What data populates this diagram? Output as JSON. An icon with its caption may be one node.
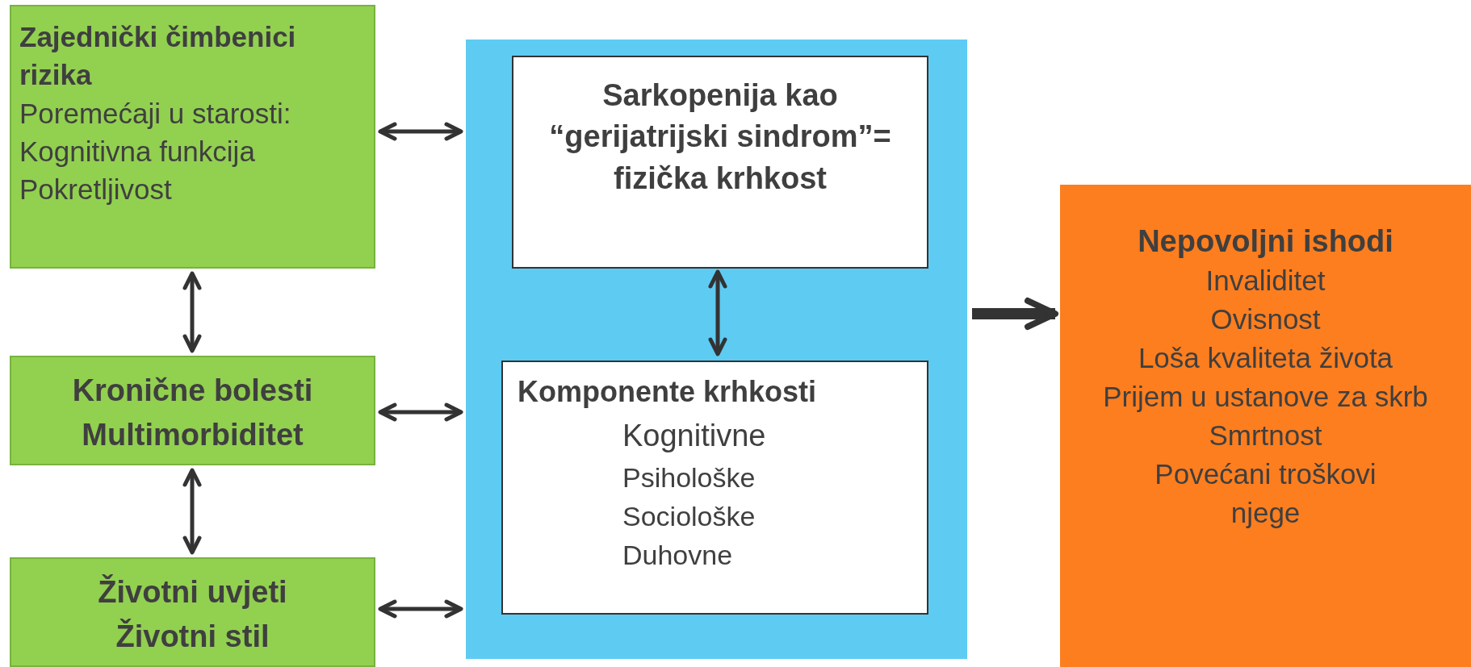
{
  "diagram": {
    "nodes": [
      {
        "text": [
          "Zajednički čimbenici rizika",
          "Poremećaji u starosti:",
          "Kognitivna funkcija",
          "Pokretljivost"
        ]
      },
      {
        "text": [
          "Kronične bolesti",
          "Multimorbiditet"
        ]
      },
      {
        "text": [
          "Životni uvjeti",
          "Životni stil"
        ]
      },
      {
        "text": [],
        "shape": "box"
      },
      {
        "text": [
          "Sarkopenija kao “gerijatrijski sindrom”= fizička krhkost"
        ],
        "in": 3
      },
      {
        "text": [
          "Komponente krhkosti",
          "Kognitivne",
          "Psihološke",
          "Sociološke",
          "Duhovne"
        ],
        "in": 3
      },
      {
        "text": [
          "Nepovoljni ishodi",
          "Invaliditet",
          "Ovisnost",
          "Loša kvaliteta života",
          "Prijem u ustanove za skrb",
          "Smrtnost",
          "Povećani troškovi njege"
        ]
      }
    ],
    "edges": [
      {
        "from": 0,
        "to": 3,
        "arrow": "both"
      },
      {
        "from": 0,
        "to": 1,
        "arrow": "both"
      },
      {
        "from": 1,
        "to": 3,
        "arrow": "both"
      },
      {
        "from": 1,
        "to": 2,
        "arrow": "both"
      },
      {
        "from": 2,
        "to": 3,
        "arrow": "both"
      },
      {
        "from": 4,
        "to": 5,
        "arrow": "both"
      },
      {
        "from": 3,
        "to": 6,
        "arrow": "to",
        "style": "thick"
      }
    ]
  }
}
